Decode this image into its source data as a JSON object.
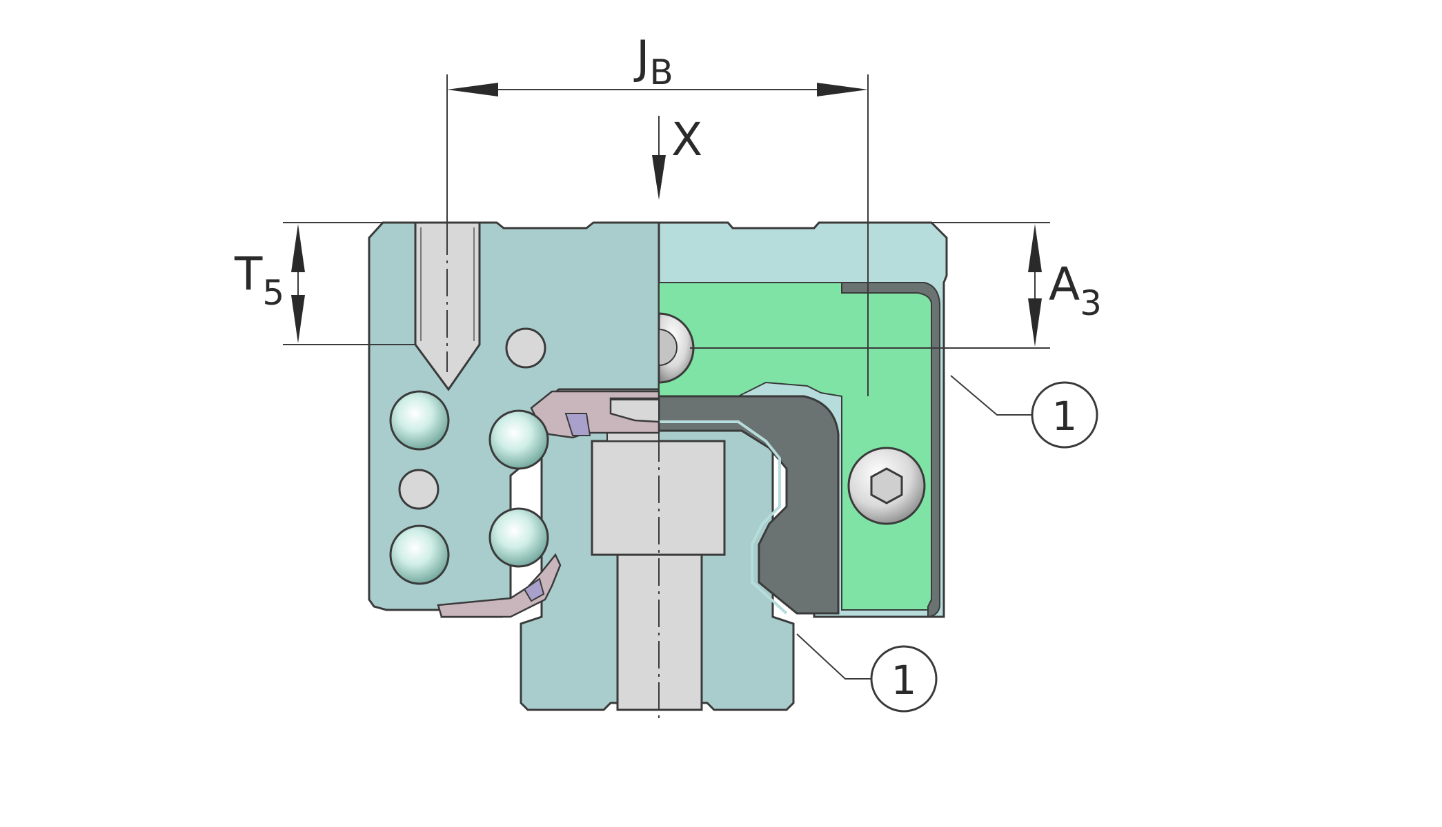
{
  "dimensions": {
    "jb": {
      "main": "J",
      "sub": "B"
    },
    "x": {
      "main": "X"
    },
    "t5": {
      "main": "T",
      "sub": "5"
    },
    "a3": {
      "main": "A",
      "sub": "3"
    }
  },
  "callouts": {
    "upper": "1",
    "lower": "1"
  },
  "colors": {
    "carriage": "#a8cdcc",
    "carriage_light": "#b6dcdb",
    "seal_green": "#7fe3a6",
    "seal_dark": "#6a7272",
    "strip_pink": "#c9b6bc",
    "bolt_gray": "#d8d8d8",
    "ball": "#cfeee6",
    "outline": "#3a3a3a"
  }
}
